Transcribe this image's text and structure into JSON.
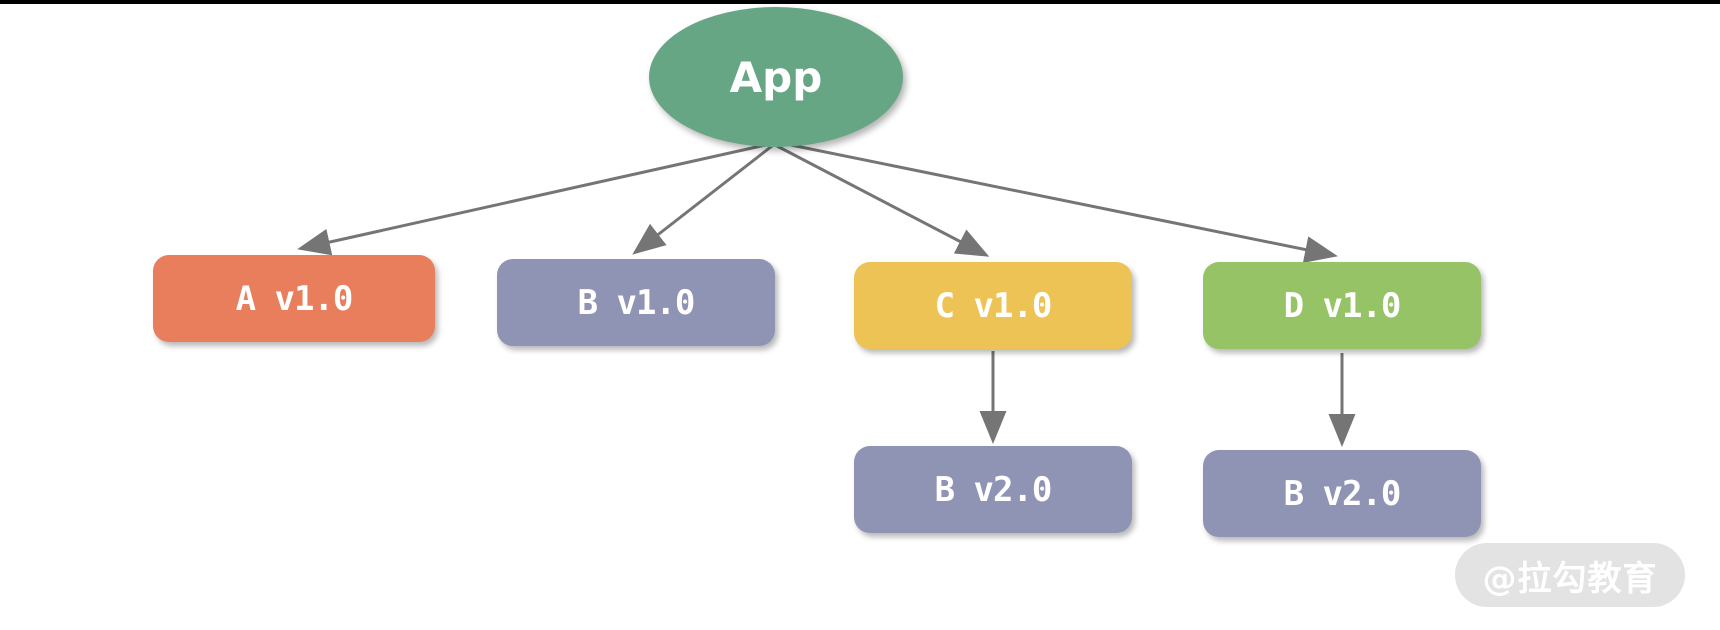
{
  "diagram": {
    "root": {
      "id": "App",
      "label": "App",
      "color": "#66a685"
    },
    "level1": [
      {
        "id": "A",
        "label": "A v1.0",
        "color": "#e87e5b"
      },
      {
        "id": "B",
        "label": "B v1.0",
        "color": "#9094b4"
      },
      {
        "id": "C",
        "label": "C v1.0",
        "color": "#edc355"
      },
      {
        "id": "D",
        "label": "D v1.0",
        "color": "#96c366"
      }
    ],
    "level2": [
      {
        "id": "B2-under-C",
        "label": "B v2.0",
        "color": "#9094b4",
        "parent": "C v1.0"
      },
      {
        "id": "B2-under-D",
        "label": "B v2.0",
        "color": "#9094b4",
        "parent": "D v1.0"
      }
    ],
    "edges": [
      {
        "from": "App",
        "to": "A v1.0"
      },
      {
        "from": "App",
        "to": "B v1.0"
      },
      {
        "from": "App",
        "to": "C v1.0"
      },
      {
        "from": "App",
        "to": "D v1.0"
      },
      {
        "from": "C v1.0",
        "to": "B v2.0"
      },
      {
        "from": "D v1.0",
        "to": "B v2.0"
      }
    ],
    "arrow_color": "#757575",
    "text_color": "#ffffff"
  },
  "watermark": {
    "text": "@拉勾教育",
    "background": "#e3e3e3"
  }
}
